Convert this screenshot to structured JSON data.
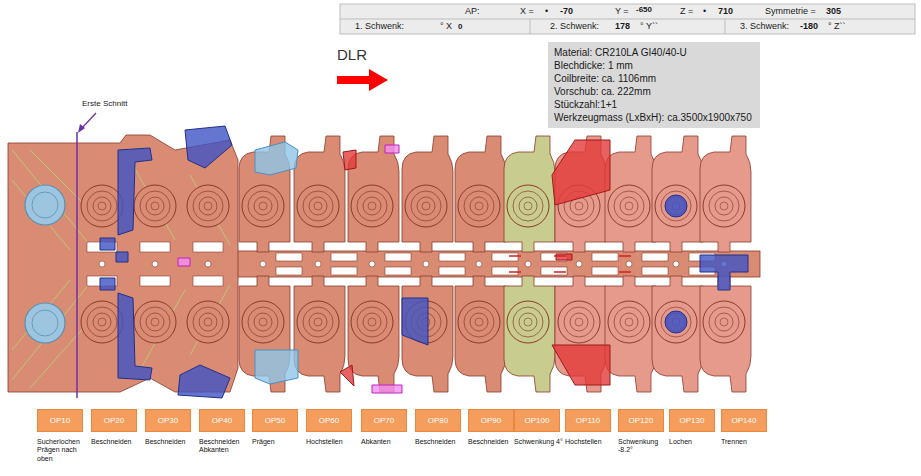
{
  "diagram": {
    "nodes": [
      {
        "text": [
          "Material: CR210LA GI40/40-U",
          "Blechdicke: 1 mm",
          "Coilbreite: ca. 1106mm",
          "Vorschub: ca. 222mm",
          "Stückzahl:1+1",
          "Werkzeugmass (LxBxH): ca.3500x1900x750"
        ]
      },
      {
        "text": [
          "OP10",
          "Sucherlochen Prägen nach oben"
        ]
      },
      {
        "text": [
          "OP20",
          "Beschneiden"
        ]
      },
      {
        "text": [
          "OP30",
          "Beschneiden"
        ]
      },
      {
        "text": [
          "OP40",
          "Beschneiden Abkanten"
        ]
      },
      {
        "text": [
          "OP50",
          "Prägen"
        ]
      },
      {
        "text": [
          "OP60",
          "Hochstellen"
        ]
      },
      {
        "text": [
          "OP70",
          "Abkanten"
        ]
      },
      {
        "text": [
          "OP80",
          "Beschneiden"
        ]
      },
      {
        "text": [
          "OP90",
          "Beschneiden"
        ]
      },
      {
        "text": [
          "OP100",
          "Schwenkung 4°"
        ]
      },
      {
        "text": [
          "OP110",
          "Hochstellen"
        ]
      },
      {
        "text": [
          "OP120",
          "Schwenkung -8.2°"
        ]
      },
      {
        "text": [
          "OP130",
          "Lochen"
        ]
      },
      {
        "text": [
          "OP140",
          "Trennen"
        ]
      }
    ],
    "labels": [
      "AP:",
      "X =",
      "•",
      "-70",
      "Y =",
      "-650",
      "Z =",
      "•",
      "710",
      "Symmetrie =",
      "305",
      "1. Schwenk:",
      "0",
      "° X",
      "2. Schwenk:",
      "178",
      "° Y``",
      "3. Schwenk:",
      "-180",
      "° Z``",
      "DLR",
      "Erste Schnitt"
    ]
  }
}
